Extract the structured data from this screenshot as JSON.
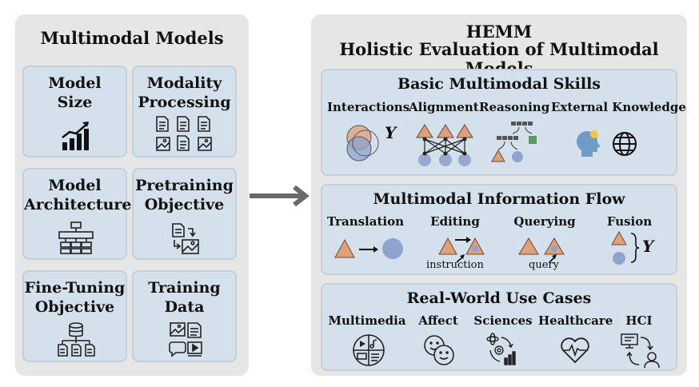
{
  "left_panel": {
    "title": "Multimodal Models",
    "boxes": [
      {
        "label": "Model\nSize",
        "icon": "bar-chart-growth-icon"
      },
      {
        "label": "Modality\nProcessing",
        "icon": "documents-images-icon"
      },
      {
        "label": "Model\nArchitecture",
        "icon": "hierarchy-icon"
      },
      {
        "label": "Pretraining\nObjective",
        "icon": "text-to-image-icon"
      },
      {
        "label": "Fine-Tuning\nObjective",
        "icon": "database-documents-icon"
      },
      {
        "label": "Training\nData",
        "icon": "media-files-icon"
      }
    ]
  },
  "right_panel": {
    "title_line1": "HEMM",
    "title_line2": "Holistic Evaluation of Multimodal Models",
    "sections": [
      {
        "title": "Basic Multimodal Skills",
        "items": [
          "Interactions",
          "Alignment",
          "Reasoning",
          "External Knowledge"
        ],
        "extra": {
          "y": "Y"
        }
      },
      {
        "title": "Multimodal Information Flow",
        "items": [
          "Translation",
          "Editing",
          "Querying",
          "Fusion"
        ],
        "extra": {
          "instruction": "instruction",
          "query": "query",
          "y": "Y"
        }
      },
      {
        "title": "Real-World Use Cases",
        "items": [
          "Multimedia",
          "Affect",
          "Sciences",
          "Healthcare",
          "HCI"
        ]
      }
    ]
  },
  "colors": {
    "panel": "#e6e6e6",
    "box": "#d4e1ec",
    "orange": "#e0a07a",
    "blue": "#8fa3cf",
    "arrow": "#6a6a6a"
  }
}
